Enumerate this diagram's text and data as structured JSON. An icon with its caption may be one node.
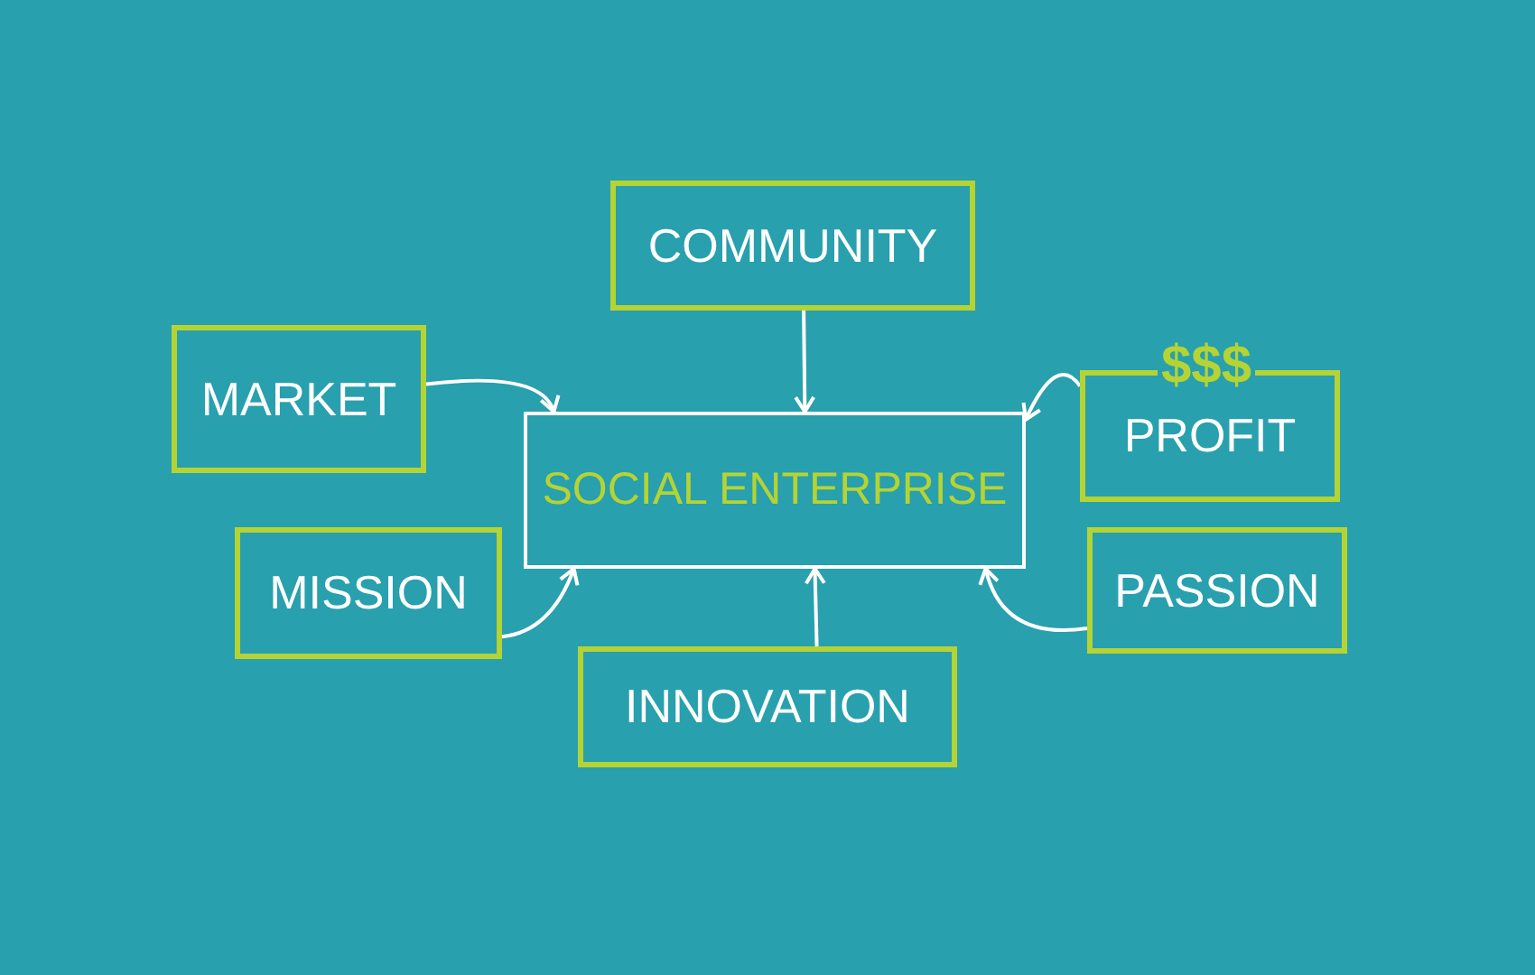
{
  "diagram": {
    "nodes": [
      {
        "text": [
          "COMMUNITY"
        ]
      },
      {
        "text": [
          "MARKET"
        ]
      },
      {
        "text": [
          "$$$",
          "PROFIT"
        ]
      },
      {
        "text": [
          "SOCIAL ENTERPRISE"
        ]
      },
      {
        "text": [
          "MISSION"
        ]
      },
      {
        "text": [
          "PASSION"
        ]
      },
      {
        "text": [
          "INNOVATION"
        ]
      }
    ],
    "edges": [
      {
        "from": 0,
        "to": 3,
        "arrow": "to"
      },
      {
        "from": 1,
        "to": 3,
        "arrow": "to"
      },
      {
        "from": 2,
        "to": 3,
        "arrow": "to"
      },
      {
        "from": 4,
        "to": 3,
        "arrow": "to"
      },
      {
        "from": 5,
        "to": 3,
        "arrow": "to"
      },
      {
        "from": 6,
        "to": 3,
        "arrow": "to"
      }
    ]
  }
}
